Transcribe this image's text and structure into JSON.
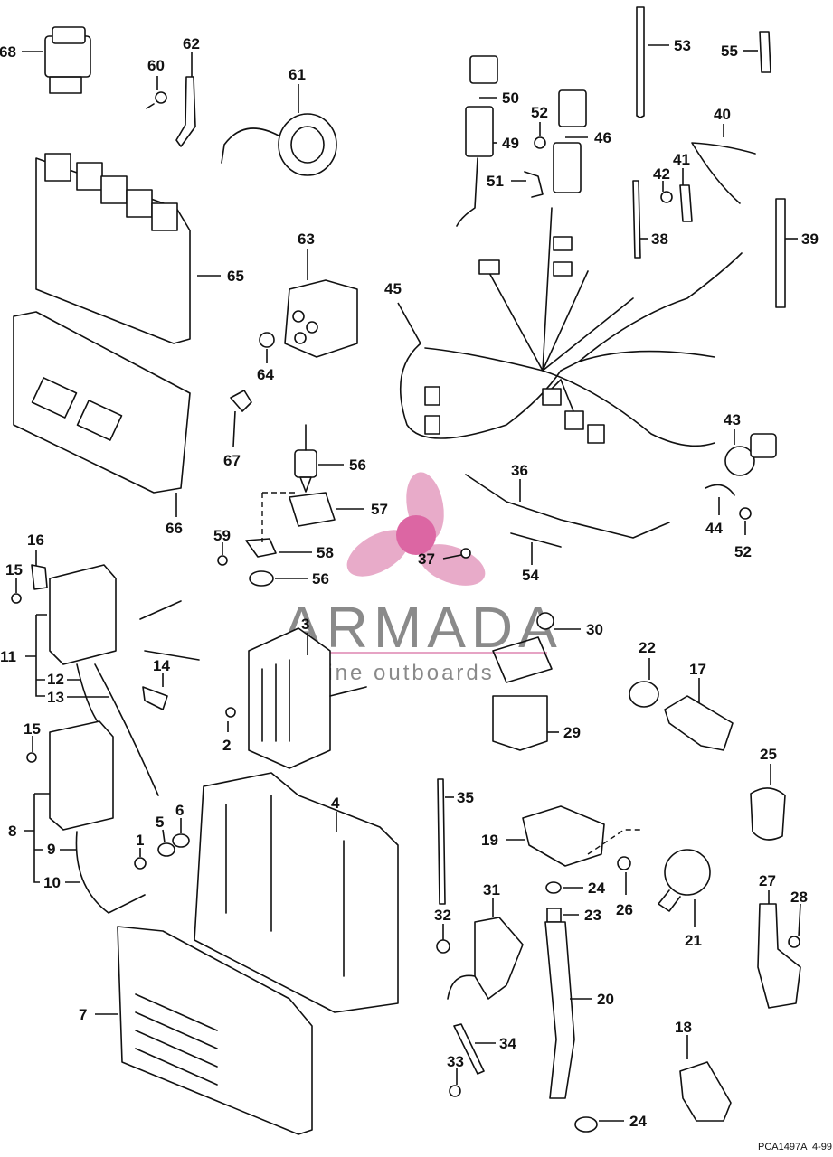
{
  "watermark": {
    "brand": "ARMADA",
    "tagline": "marine outboards",
    "logo_color": "#e6a3c4",
    "text_color": "#8a8a8a"
  },
  "drawing_code": "PCA1497A",
  "drawing_date": "4-99",
  "callouts": {
    "c1": "1",
    "c2": "2",
    "c3": "3",
    "c4": "4",
    "c5": "5",
    "c6": "6",
    "c7": "7",
    "c8": "8",
    "c9": "9",
    "c10": "10",
    "c11": "11",
    "c12": "12",
    "c13": "13",
    "c14": "14",
    "c15a": "15",
    "c15b": "15",
    "c16": "16",
    "c17": "17",
    "c18": "18",
    "c19": "19",
    "c20": "20",
    "c21": "21",
    "c22": "22",
    "c23": "23",
    "c24a": "24",
    "c24b": "24",
    "c25": "25",
    "c26": "26",
    "c27": "27",
    "c28": "28",
    "c29": "29",
    "c30": "30",
    "c31": "31",
    "c32": "32",
    "c33": "33",
    "c34": "34",
    "c35": "35",
    "c36": "36",
    "c37": "37",
    "c38": "38",
    "c39": "39",
    "c40": "40",
    "c41": "41",
    "c42": "42",
    "c43": "43",
    "c44": "44",
    "c45": "45",
    "c46": "46",
    "c49": "49",
    "c50": "50",
    "c51": "51",
    "c52a": "52",
    "c52b": "52",
    "c53": "53",
    "c54": "54",
    "c55": "55",
    "c56a": "56",
    "c56b": "56",
    "c57": "57",
    "c58": "58",
    "c59": "59",
    "c60": "60",
    "c61": "61",
    "c62": "62",
    "c63": "63",
    "c64": "64",
    "c65": "65",
    "c66": "66",
    "c67": "67",
    "c68": "68"
  }
}
